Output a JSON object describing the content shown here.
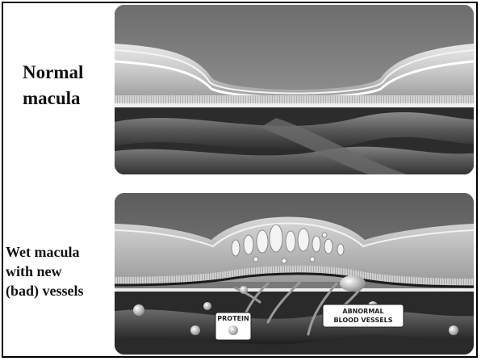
{
  "labels": {
    "normal": [
      "Normal",
      "macula"
    ],
    "wet": [
      "Wet macula",
      "with new",
      "(bad) vessels"
    ]
  },
  "callouts": {
    "protein": "PROTEIN",
    "abnormal_line1": "ABNORMAL",
    "abnormal_line2": "BLOOD VESSELS"
  }
}
